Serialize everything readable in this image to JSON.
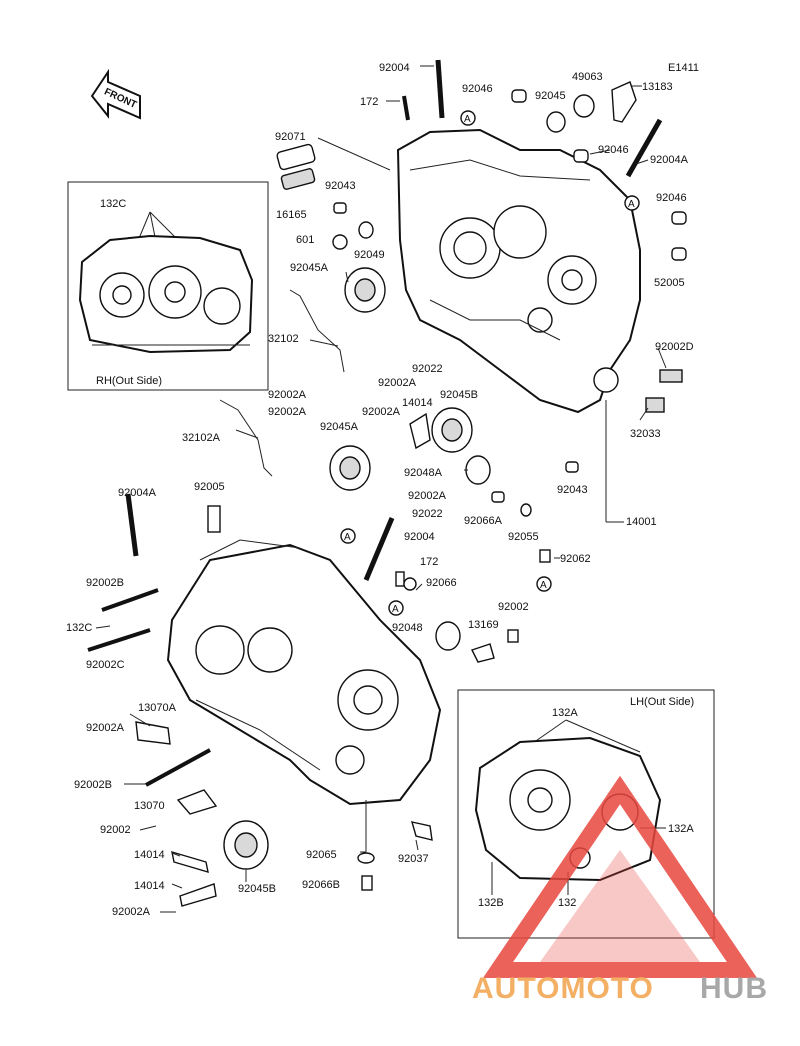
{
  "diagram_code": "E1411",
  "front_arrow_text": "FRONT",
  "rh_box_caption": "RH(Out Side)",
  "lh_box_caption": "LH(Out Side)",
  "circle_marker": "A",
  "watermark": {
    "brand_a": "AUTOMOTO",
    "brand_b": "HUB",
    "triangle_color": "#e8473f",
    "text_color_a": "#f2a24a",
    "text_color_b": "#9a9a9a"
  },
  "labels": {
    "p92004_top": "92004",
    "p92046_a": "92046",
    "p49063": "49063",
    "p13183": "13183",
    "p172_top": "172",
    "p92045_top": "92045",
    "p92071": "92071",
    "p92046_b": "92046",
    "p92004A_top": "92004A",
    "p92043_top": "92043",
    "p16165": "16165",
    "p92046_c": "92046",
    "p601": "601",
    "p92049": "92049",
    "p92045A_top": "92045A",
    "p52005": "52005",
    "p32102": "32102",
    "p92002D": "92002D",
    "p92022_a": "92022",
    "p92002A_a": "92002A",
    "p92002A_b": "92002A",
    "p92002A_c": "92002A",
    "p14014_top": "14014",
    "p92045B_top": "92045B",
    "p32033": "32033",
    "p92002A_d": "92002A",
    "p32102A": "32102A",
    "p92045A_mid": "92045A",
    "p92048A": "92048A",
    "p92043_mid": "92043",
    "p92004A_left": "92004A",
    "p92005": "92005",
    "p92002A_e": "92002A",
    "p92022_b": "92022",
    "p92066A": "92066A",
    "p14001": "14001",
    "p92004_mid": "92004",
    "p92055": "92055",
    "p92062": "92062",
    "p172_mid": "172",
    "p92002B_top": "92002B",
    "p92066": "92066",
    "p132C_left": "132C",
    "p92048": "92048",
    "p13169": "13169",
    "p92002_mid": "92002",
    "p92002C": "92002C",
    "p13070A": "13070A",
    "p92002A_f": "92002A",
    "p92002B_bot": "92002B",
    "p13070": "13070",
    "p92002_bot": "92002",
    "p14014_a": "14014",
    "p92065": "92065",
    "p92037": "92037",
    "p92045B_bot": "92045B",
    "p14014_b": "14014",
    "p92066B": "92066B",
    "p92002A_g": "92002A",
    "p132C_rh": "132C",
    "p132A_lh_top": "132A",
    "p132A_lh_right": "132A",
    "p132B": "132B",
    "p132": "132"
  }
}
